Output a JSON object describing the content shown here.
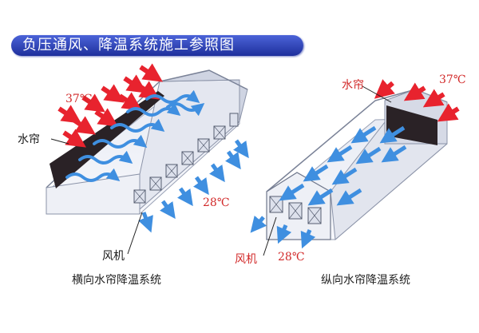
{
  "title": "负压通风、降温系统施工参照图",
  "left_diagram": {
    "caption": "横向水帘降温系统",
    "water_curtain_label": "水帘",
    "hot_temp_label": "37℃",
    "cool_temp_label": "28℃",
    "fan_label": "风机"
  },
  "right_diagram": {
    "caption": "纵向水帘降温系统",
    "water_curtain_label": "水帘",
    "hot_temp_label": "37℃",
    "cool_temp_label": "28℃",
    "fan_label": "风机"
  },
  "colors": {
    "hot_arrow": "#e8232e",
    "cool_arrow": "#3f8fe0",
    "red_text": "#d22a2a",
    "building_wall": "#e6e9f2",
    "water_curtain": "#2a2226"
  }
}
